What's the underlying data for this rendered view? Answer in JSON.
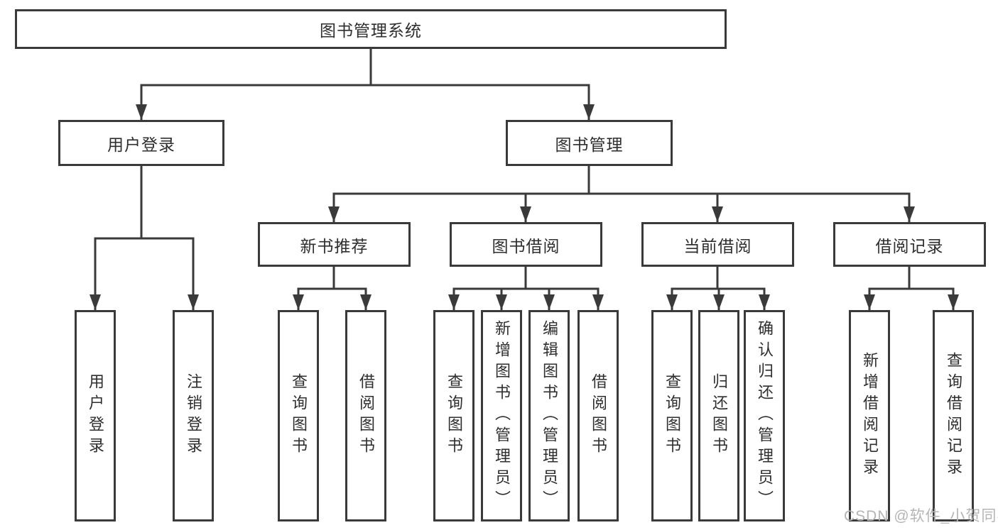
{
  "diagram": {
    "root": {
      "label": "图书管理系统"
    },
    "level2": [
      {
        "id": "user-login",
        "label": "用户登录"
      },
      {
        "id": "book-management",
        "label": "图书管理"
      }
    ],
    "level3": [
      {
        "id": "new-book-recommend",
        "label": "新书推荐"
      },
      {
        "id": "book-borrow",
        "label": "图书借阅"
      },
      {
        "id": "current-borrow",
        "label": "当前借阅"
      },
      {
        "id": "borrow-records",
        "label": "借阅记录"
      }
    ],
    "leaves": [
      {
        "parent": "用户登录",
        "label": "用户登录"
      },
      {
        "parent": "用户登录",
        "label": "注销登录"
      },
      {
        "parent": "新书推荐",
        "label": "查询图书"
      },
      {
        "parent": "新书推荐",
        "label": "借阅图书"
      },
      {
        "parent": "图书借阅",
        "label": "查询图书"
      },
      {
        "parent": "图书借阅",
        "label": "新增图书（管理员）"
      },
      {
        "parent": "图书借阅",
        "label": "编辑图书（管理员）"
      },
      {
        "parent": "图书借阅",
        "label": "借阅图书"
      },
      {
        "parent": "当前借阅",
        "label": "查询图书"
      },
      {
        "parent": "当前借阅",
        "label": "归还图书"
      },
      {
        "parent": "当前借阅",
        "label": "确认归还（管理员）"
      },
      {
        "parent": "借阅记录",
        "label": "新增借阅记录"
      },
      {
        "parent": "借阅记录",
        "label": "查询借阅记录"
      }
    ],
    "watermark": "CSDN @软件_小贺同学",
    "colors": {
      "line": "#3a3a3a",
      "text": "#2e2e2e",
      "background": "#ffffff",
      "watermark": "#b5b5b5"
    }
  }
}
